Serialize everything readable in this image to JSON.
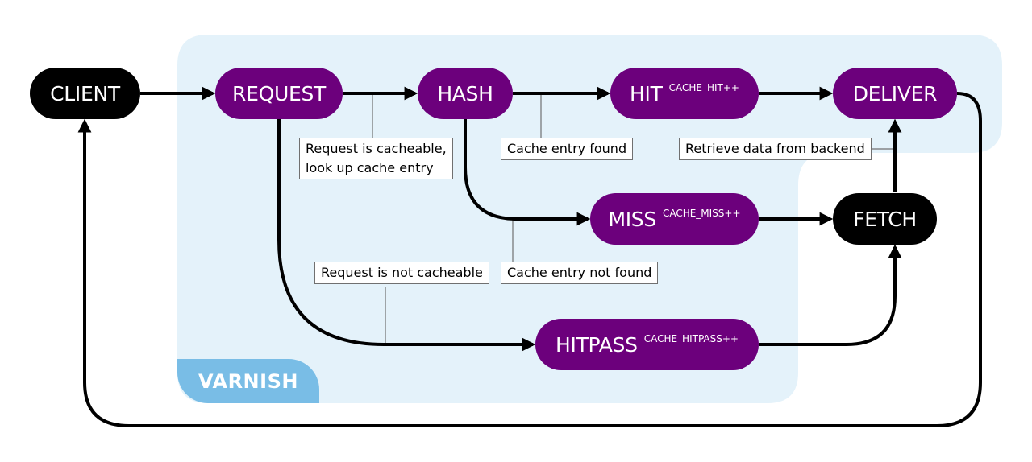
{
  "region": {
    "label": "VARNISH",
    "fill": "#e4f2fa",
    "tab_color": "#79bde6"
  },
  "colors": {
    "terminal": "#000000",
    "varnish_step": "#6c007c",
    "edge": "#000000",
    "note_border": "#707070"
  },
  "nodes": {
    "client": {
      "label": "CLIENT"
    },
    "request": {
      "label": "REQUEST"
    },
    "hash": {
      "label": "HASH"
    },
    "hit": {
      "label": "HIT",
      "counter": "CACHE_HIT++"
    },
    "deliver": {
      "label": "DELIVER"
    },
    "miss": {
      "label": "MISS",
      "counter": "CACHE_MISS++"
    },
    "fetch": {
      "label": "FETCH"
    },
    "hitpass": {
      "label": "HITPASS",
      "counter": "CACHE_HITPASS++"
    }
  },
  "notes": {
    "cacheable": [
      "Request is cacheable,",
      "look up cache entry"
    ],
    "entry_found": "Cache entry found",
    "retrieve": "Retrieve data from backend",
    "not_cacheable": "Request is not cacheable",
    "entry_not_found": "Cache entry not found"
  }
}
